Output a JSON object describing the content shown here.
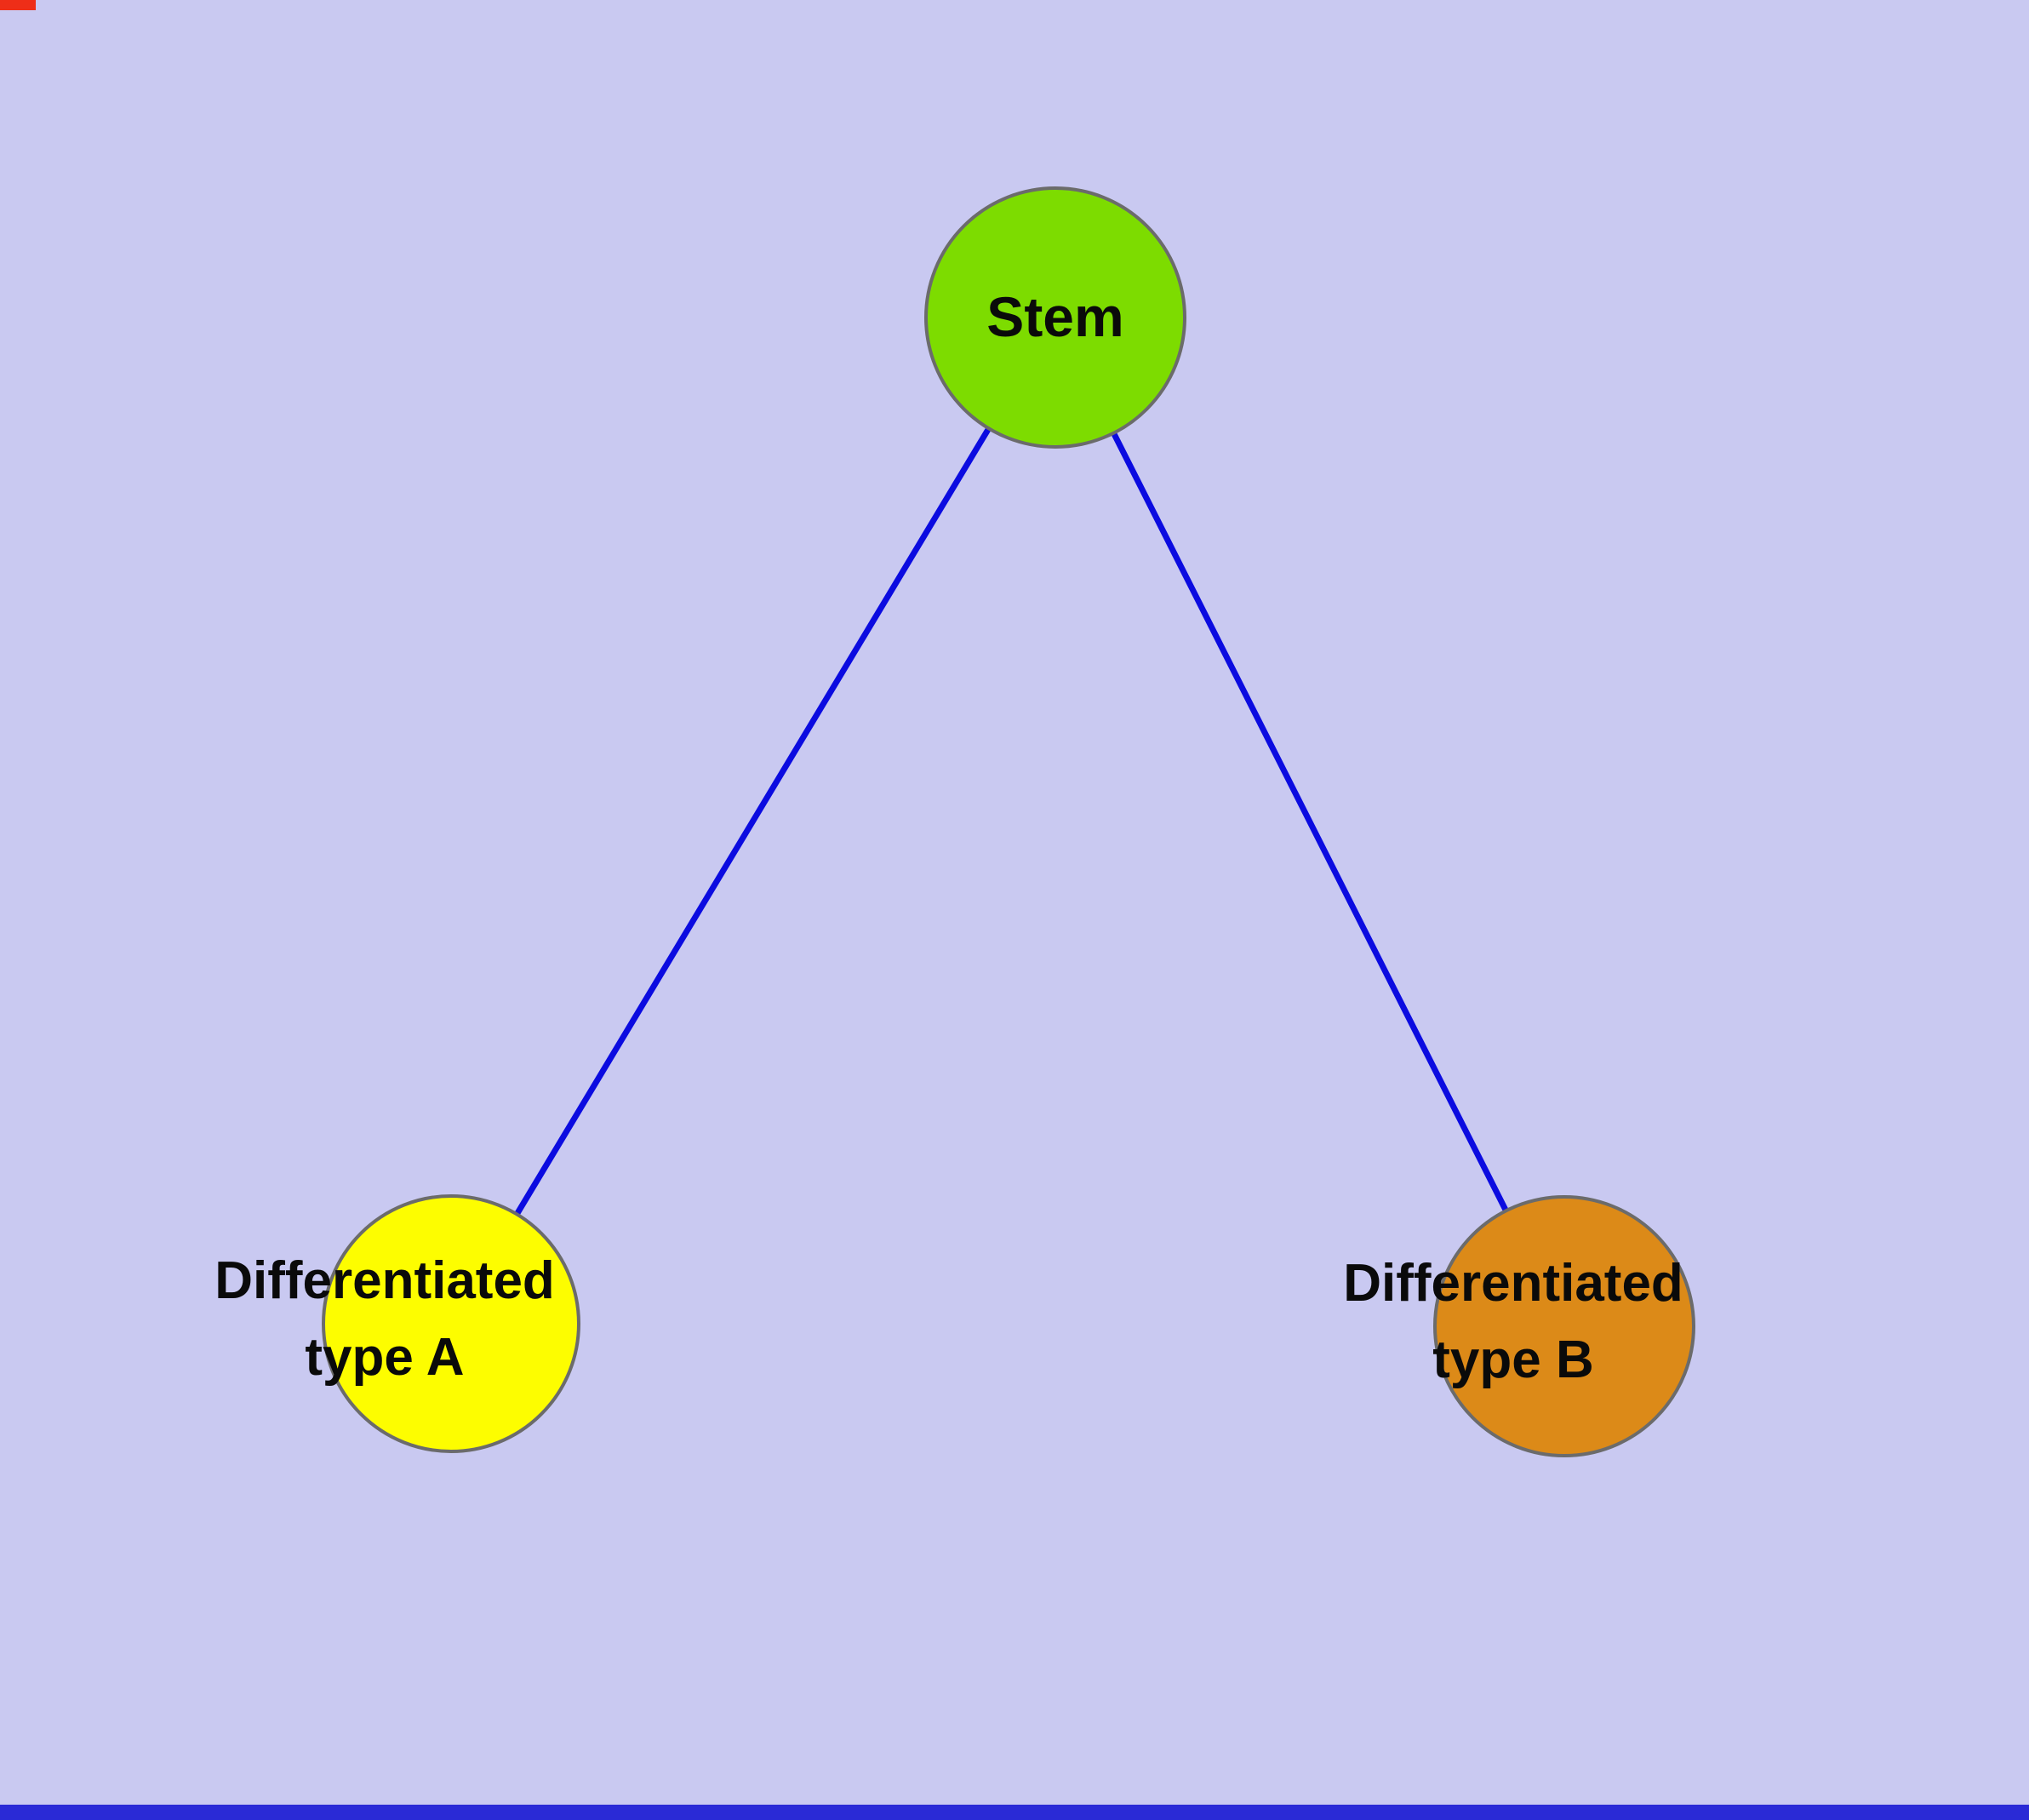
{
  "diagram": {
    "background_color": "#c9c9f1",
    "edge_color": "#0b0be0",
    "nodes": {
      "stem": {
        "label": "Stem",
        "fill": "#7ddc00"
      },
      "type_a": {
        "label": "Differentiated\ntype A",
        "fill": "#fdfd00"
      },
      "type_b": {
        "label": "Differentiated\ntype B",
        "fill": "#dc8a18"
      }
    },
    "edges": [
      {
        "from": "Stem",
        "to": "Differentiated type A"
      },
      {
        "from": "Stem",
        "to": "Differentiated type B"
      }
    ]
  },
  "chrome": {
    "bottom_bar_color": "#2a2ad6",
    "corner_mark_color": "#ee2e18"
  }
}
